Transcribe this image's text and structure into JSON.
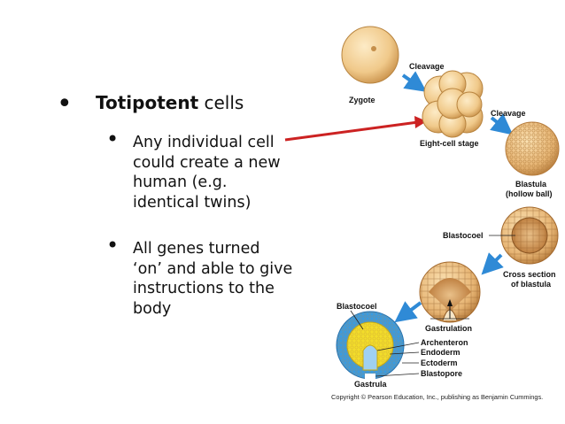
{
  "bullet_main": {
    "bold": "Totipotent",
    "rest": " cells"
  },
  "sub_bullets": [
    {
      "lines": [
        "Any individual cell",
        "could create a new",
        "human (e.g.",
        "identical twins)"
      ]
    },
    {
      "lines": [
        "All genes turned",
        "‘on’ and able to give",
        "instructions to the",
        "body"
      ]
    }
  ],
  "diagram": {
    "labels": {
      "zygote": "Zygote",
      "cleavage1": "Cleavage",
      "cleavage2": "Cleavage",
      "eight_cell": "Eight-cell stage",
      "blastula1": "Blastula",
      "blastula2": "(hollow ball)",
      "blastocoel1": "Blastocoel",
      "cross1": "Cross section",
      "cross2": "of blastula",
      "blastocoel2": "Blastocoel",
      "gastrulation": "Gastrulation",
      "archenteron": "Archenteron",
      "endoderm": "Endoderm",
      "ectoderm": "Ectoderm",
      "blastopore": "Blastopore",
      "gastrula": "Gastrula"
    },
    "copyright": "Copyright © Pearson Education, Inc., publishing as Benjamin Cummings.",
    "colors": {
      "cell": "#f0c98a",
      "arrow_blue": "#2f8ad6",
      "pointer_red": "#cc2222",
      "ectoderm": "#3a9be0",
      "endoderm": "#f2dd2a"
    }
  }
}
